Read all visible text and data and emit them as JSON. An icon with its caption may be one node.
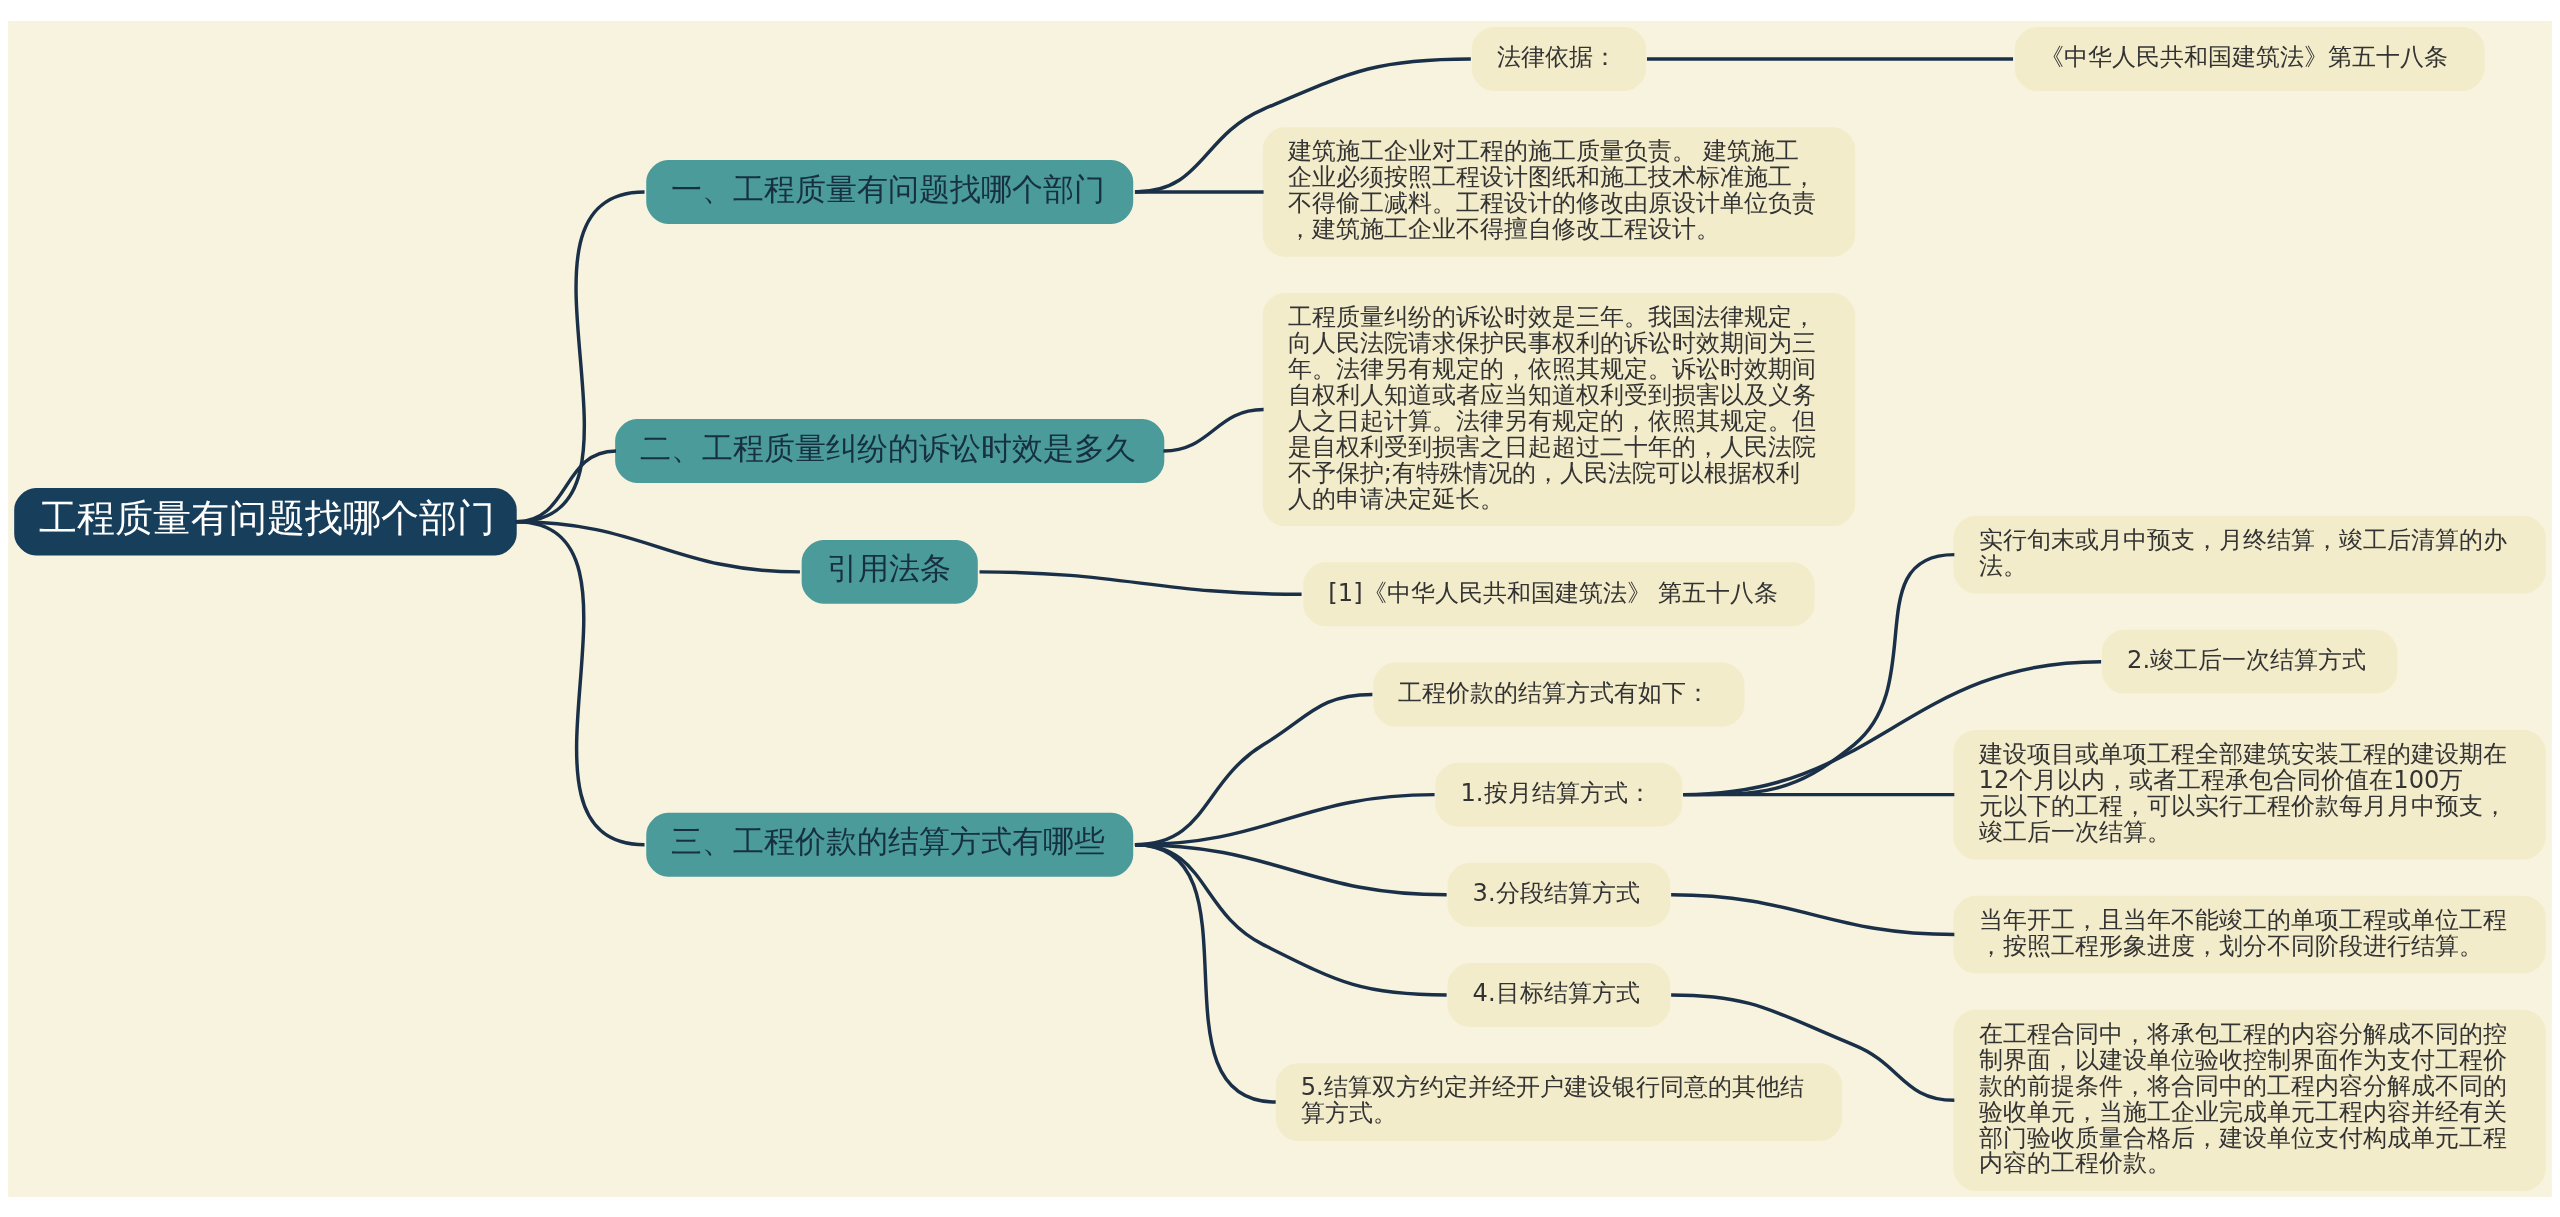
{
  "diagram": {
    "nodes": [
      {
        "text": [
          "工程质量有问题找哪个部门"
        ]
      },
      {
        "text": [
          "一、工程质量有问题找哪个部门"
        ]
      },
      {
        "text": [
          "法律依据："
        ]
      },
      {
        "text": [
          "《中华人民共和国建筑法》第五十八条"
        ]
      },
      {
        "text": [
          "建筑施工企业对工程的施工质量负责。 建筑施工企业必须按照工程设计图纸和施工技术标准施工，不得偷工减料。工程设计的修改由原设计单位负责，建筑施工企业不得擅自修改工程设计。"
        ]
      },
      {
        "text": [
          "二、工程质量纠纷的诉讼时效是多久"
        ]
      },
      {
        "text": [
          "工程质量纠纷的诉讼时效是三年。我国法律规定，向人民法院请求保护民事权利的诉讼时效期间为三年。法律另有规定的，依照其规定。诉讼时效期间自权利人知道或者应当知道权利受到损害以及义务人之日起计算。法律另有规定的，依照其规定。但是自权利受到损害之日起超过二十年的，人民法院不予保护;有特殊情况的，人民法院可以根据权利人的申请决定延长。"
        ]
      },
      {
        "text": [
          "引用法条"
        ]
      },
      {
        "text": [
          "[1]《中华人民共和国建筑法》 第五十八条"
        ]
      },
      {
        "text": [
          "三、工程价款的结算方式有哪些"
        ]
      },
      {
        "text": [
          "工程价款的结算方式有如下："
        ]
      },
      {
        "text": [
          "1.按月结算方式："
        ]
      },
      {
        "text": [
          "实行旬末或月中预支，月终结算，竣工后清算的办法。"
        ]
      },
      {
        "text": [
          "2.竣工后一次结算方式"
        ]
      },
      {
        "text": [
          "建设项目或单项工程全部建筑安装工程的建设期在12个月以内，或者工程承包合同价值在100万元以下的工程，可以实行工程价款每月月中预支，竣工后一次结算。"
        ]
      },
      {
        "text": [
          "3.分段结算方式"
        ]
      },
      {
        "text": [
          "当年开工，且当年不能竣工的单项工程或单位工程，按照工程形象进度，划分不同阶段进行结算。"
        ]
      },
      {
        "text": [
          "4.目标结算方式"
        ]
      },
      {
        "text": [
          "在工程合同中，将承包工程的内容分解成不同的控制界面，以建设单位验收控制界面作为支付工程价款的前提条件，将合同中的工程内容分解成不同的验收单元，当施工企业完成单元工程内容并经有关部门验收质量合格后，建设单位支付构成单元工程内容的工程价款。"
        ]
      },
      {
        "text": [
          "5.结算双方约定并经开户建设银行同意的其他结算方式。"
        ]
      }
    ],
    "edges": [
      {
        "from": 0,
        "to": 1,
        "arrow": "none"
      },
      {
        "from": 1,
        "to": 2,
        "arrow": "none"
      },
      {
        "from": 2,
        "to": 3,
        "arrow": "none"
      },
      {
        "from": 1,
        "to": 4,
        "arrow": "none"
      },
      {
        "from": 0,
        "to": 5,
        "arrow": "none"
      },
      {
        "from": 5,
        "to": 6,
        "arrow": "none"
      },
      {
        "from": 0,
        "to": 7,
        "arrow": "none"
      },
      {
        "from": 7,
        "to": 8,
        "arrow": "none"
      },
      {
        "from": 0,
        "to": 9,
        "arrow": "none"
      },
      {
        "from": 9,
        "to": 10,
        "arrow": "none"
      },
      {
        "from": 9,
        "to": 11,
        "arrow": "none"
      },
      {
        "from": 11,
        "to": 12,
        "arrow": "none"
      },
      {
        "from": 11,
        "to": 13,
        "arrow": "none"
      },
      {
        "from": 11,
        "to": 14,
        "arrow": "none"
      },
      {
        "from": 9,
        "to": 15,
        "arrow": "none"
      },
      {
        "from": 15,
        "to": 16,
        "arrow": "none"
      },
      {
        "from": 9,
        "to": 17,
        "arrow": "none"
      },
      {
        "from": 17,
        "to": 18,
        "arrow": "none"
      },
      {
        "from": 9,
        "to": 19,
        "arrow": "none"
      }
    ]
  }
}
